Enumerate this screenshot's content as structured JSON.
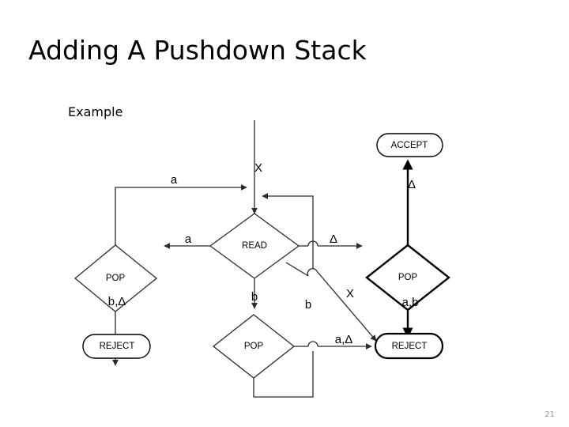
{
  "slide": {
    "title": "Adding A Pushdown Stack",
    "body_text": "Example",
    "page_number": "21"
  },
  "colors": {
    "background": "#ffffff",
    "ink": "#000000",
    "page_number": "#9a9a9a",
    "thin_stroke": "#2b2b2b"
  },
  "diagram": {
    "type": "flowchart",
    "nodes": [
      {
        "id": "start",
        "shape": "entry-line",
        "label": ""
      },
      {
        "id": "pop-left",
        "shape": "diamond",
        "label": "POP"
      },
      {
        "id": "read",
        "shape": "diamond",
        "label": "READ"
      },
      {
        "id": "pop-right",
        "shape": "diamond",
        "label": "POP"
      },
      {
        "id": "pop-bottom",
        "shape": "diamond",
        "label": "POP"
      },
      {
        "id": "accept",
        "shape": "rounded-rect",
        "label": "ACCEPT"
      },
      {
        "id": "reject-left",
        "shape": "rounded-rect",
        "label": "REJECT"
      },
      {
        "id": "reject-right",
        "shape": "rounded-rect",
        "label": "REJECT"
      }
    ],
    "edges": [
      {
        "from": "start",
        "to": "read",
        "label": "X"
      },
      {
        "from": "read",
        "to": "pop-left",
        "label": "a"
      },
      {
        "from": "pop-left",
        "to": "read",
        "label": "a"
      },
      {
        "from": "pop-left",
        "to": "reject-left",
        "label": "b,Δ"
      },
      {
        "from": "read",
        "to": "pop-right",
        "label": "Δ"
      },
      {
        "from": "pop-right",
        "to": "accept",
        "label": "Δ"
      },
      {
        "from": "pop-right",
        "to": "reject-right",
        "label": "a,b"
      },
      {
        "from": "read",
        "to": "pop-bottom",
        "label": "b"
      },
      {
        "from": "read",
        "to": "reject-right",
        "label": "X"
      },
      {
        "from": "pop-bottom",
        "to": "reject-right",
        "label": "a,Δ"
      },
      {
        "from": "pop-bottom",
        "to": "read",
        "label": "b"
      }
    ],
    "labels": {
      "start_x": "X",
      "pop_left_in_a": "a",
      "read_to_pop_left_a": "a",
      "pop_left_reject": "b,Δ",
      "read_to_pop_right_delta": "Δ",
      "pop_right_accept_delta": "Δ",
      "pop_right_reject_ab": "a,b",
      "read_to_pop_bottom_b": "b",
      "read_to_reject_x": "X",
      "pop_bottom_reject_adelta": "a,Δ",
      "return_b": "b"
    },
    "node_text": {
      "pop_left": "POP",
      "read": "READ",
      "pop_right": "POP",
      "pop_bottom": "POP",
      "accept": "ACCEPT",
      "reject_left": "REJECT",
      "reject_right": "REJECT"
    }
  }
}
